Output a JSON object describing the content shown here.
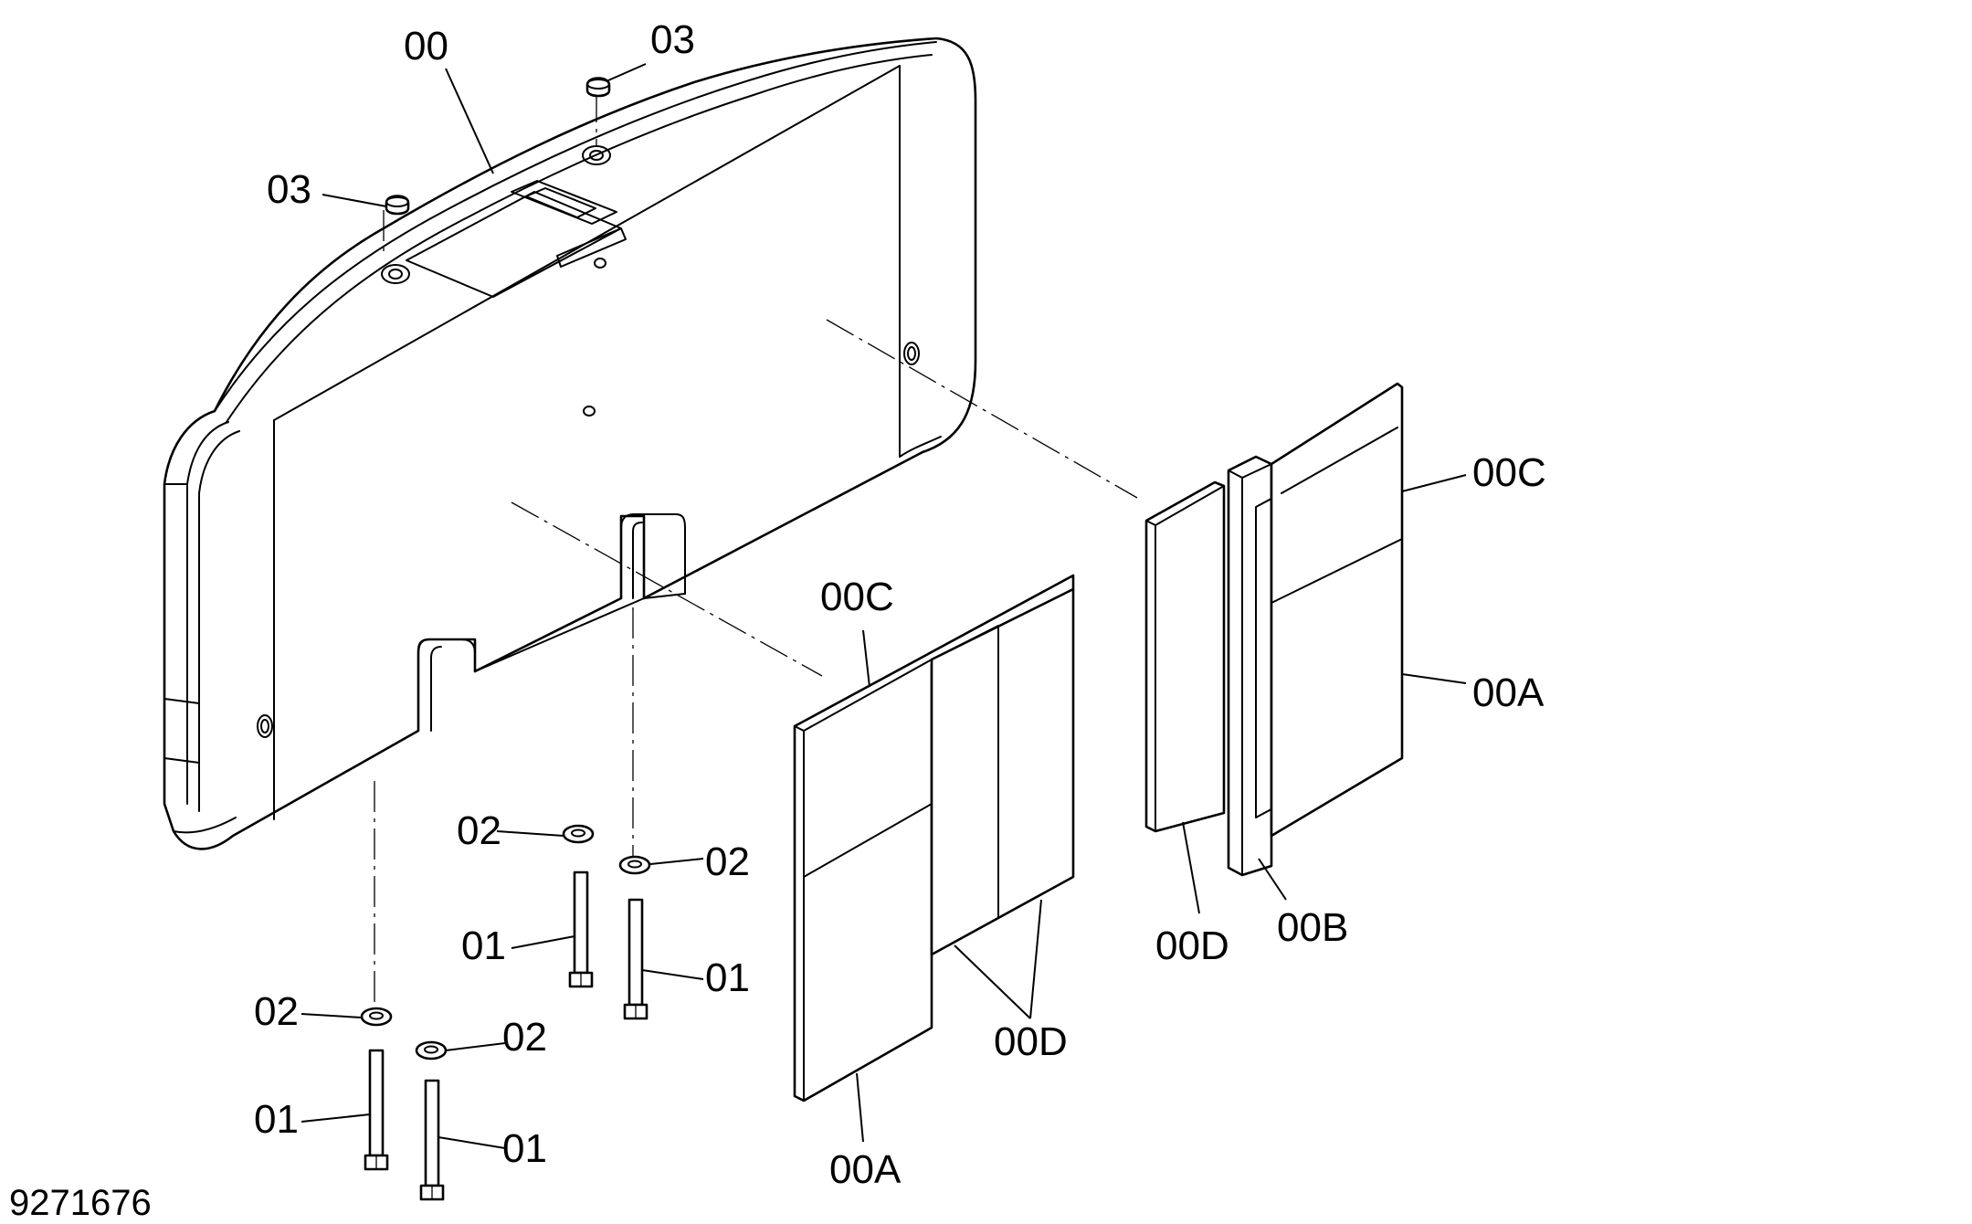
{
  "drawing": {
    "number": "9271676"
  },
  "callouts": [
    {
      "id": "c-00",
      "text": "00"
    },
    {
      "id": "c-03-a",
      "text": "03"
    },
    {
      "id": "c-03-b",
      "text": "03"
    },
    {
      "id": "c-02-a",
      "text": "02"
    },
    {
      "id": "c-02-b",
      "text": "02"
    },
    {
      "id": "c-02-c",
      "text": "02"
    },
    {
      "id": "c-02-d",
      "text": "02"
    },
    {
      "id": "c-01-a",
      "text": "01"
    },
    {
      "id": "c-01-b",
      "text": "01"
    },
    {
      "id": "c-01-c",
      "text": "01"
    },
    {
      "id": "c-01-d",
      "text": "01"
    },
    {
      "id": "c-00C-a",
      "text": "00C"
    },
    {
      "id": "c-00A-a",
      "text": "00A"
    },
    {
      "id": "c-00D-a",
      "text": "00D"
    },
    {
      "id": "c-00C-b",
      "text": "00C"
    },
    {
      "id": "c-00A-b",
      "text": "00A"
    },
    {
      "id": "c-00D-b",
      "text": "00D"
    },
    {
      "id": "c-00B",
      "text": "00B"
    }
  ]
}
